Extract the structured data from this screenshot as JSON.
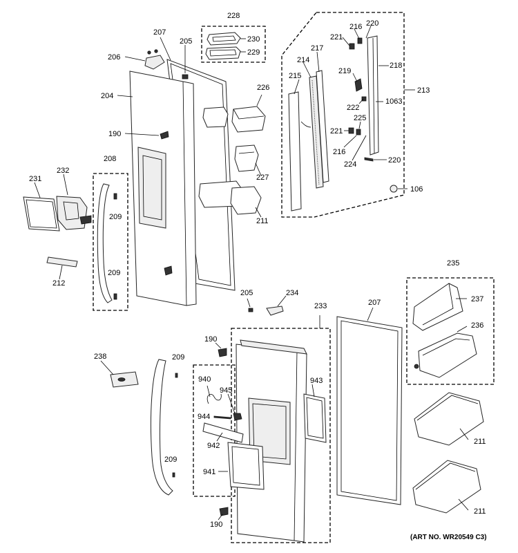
{
  "art_number": "(ART NO. WR20549 C3)",
  "labels": {
    "l228": "228",
    "l230": "230",
    "l229": "229",
    "l207a": "207",
    "l205a": "205",
    "l206": "206",
    "l204": "204",
    "l226": "226",
    "l190a": "190",
    "l227": "227",
    "l211a": "211",
    "l208": "208",
    "l231": "231",
    "l232": "232",
    "l209a": "209",
    "l209b": "209",
    "l212": "212",
    "l216a": "216",
    "l220a": "220",
    "l221a": "221",
    "l214": "214",
    "l217": "217",
    "l218": "218",
    "l219": "219",
    "l213": "213",
    "l215": "215",
    "l222": "222",
    "l1063": "1063",
    "l225": "225",
    "l221b": "221",
    "l216b": "216",
    "l224": "224",
    "l220b": "220",
    "l106": "106",
    "l235": "235",
    "l237": "237",
    "l236": "236",
    "l211b": "211",
    "l211c": "211",
    "l205b": "205",
    "l234": "234",
    "l233": "233",
    "l207b": "207",
    "l190b": "190",
    "l238": "238",
    "l209c": "209",
    "l940": "940",
    "l945": "945",
    "l943": "943",
    "l944": "944",
    "l942": "942",
    "l941": "941",
    "l209d": "209",
    "l190c": "190"
  }
}
